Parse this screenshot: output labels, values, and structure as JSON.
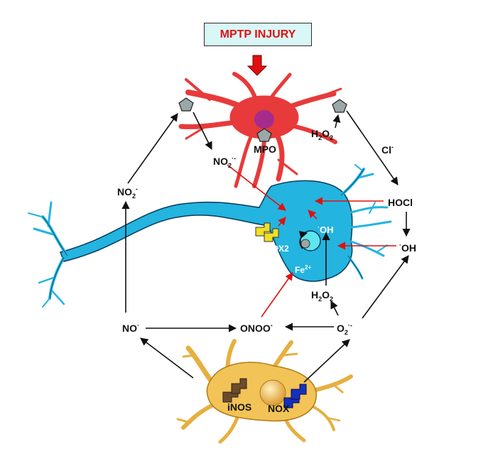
{
  "title": "MPTP INJURY",
  "labels": {
    "mpo": "MPO",
    "h2o2_top": "H",
    "h2o2_mid": "H",
    "cl": "Cl",
    "hocl": "HOCl",
    "oh_right": "OH",
    "oh_inner": "OH",
    "no2_top": "NO",
    "no2_left": "NO",
    "no": "NO",
    "onoo": "ONOO",
    "o2": "O",
    "cox2": "COX2",
    "fe": "Fe",
    "inos": "iNOS",
    "nox": "NOX"
  },
  "colors": {
    "astrocyte": "#e83a3a",
    "neuron": "#23b4e0",
    "microglia": "#f2c356",
    "arrow_red": "#e01010",
    "arrow_black": "#111111",
    "title_bg": "#d9f7f7",
    "title_text": "#e01010"
  }
}
